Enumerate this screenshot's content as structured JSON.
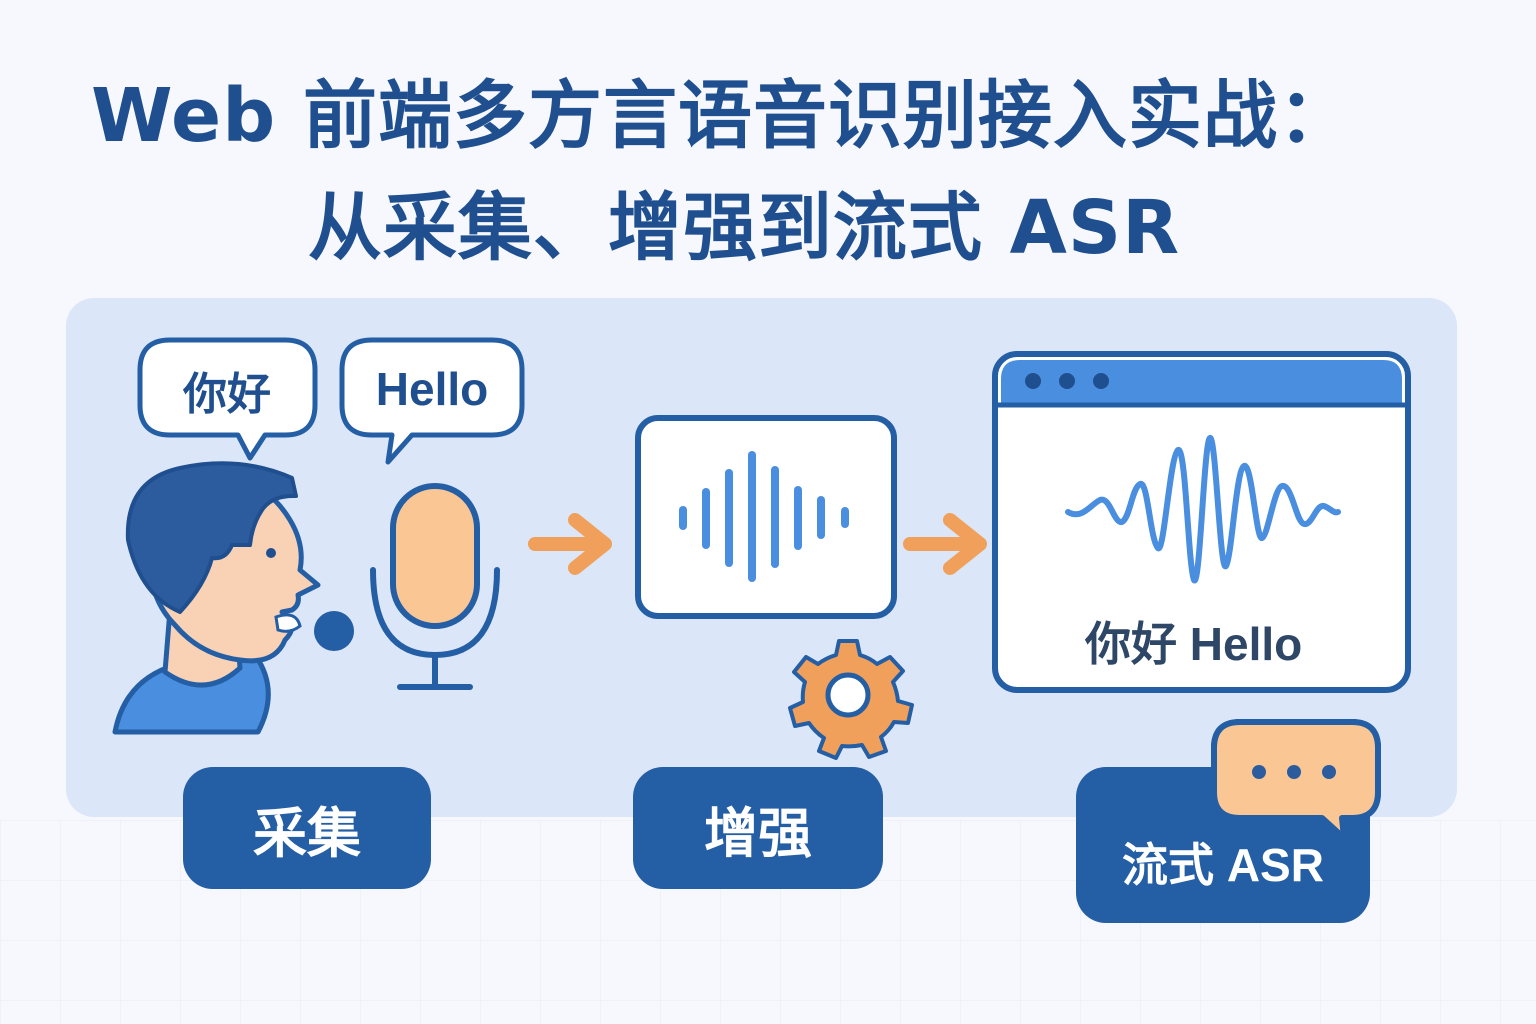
{
  "title": {
    "line1": "Web 前端多方言语音识别接入实战：",
    "line2": "从采集、增强到流式 ASR"
  },
  "bubbles": {
    "chinese": "你好",
    "english": "Hello"
  },
  "browser": {
    "result_text": "你好 Hello"
  },
  "stages": {
    "capture": "采集",
    "enhance": "增强",
    "streaming": "流式 ASR"
  },
  "icons": [
    "speaker-person-icon",
    "microphone-icon",
    "arrow-right-icon",
    "waveform-icon",
    "gear-icon",
    "browser-window-icon",
    "chat-typing-icon"
  ],
  "colors": {
    "primary": "#245ea4",
    "accent_blue": "#4a8ee0",
    "orange": "#f0a05a",
    "peach": "#f9c694",
    "panel": "#dbe6f8"
  }
}
